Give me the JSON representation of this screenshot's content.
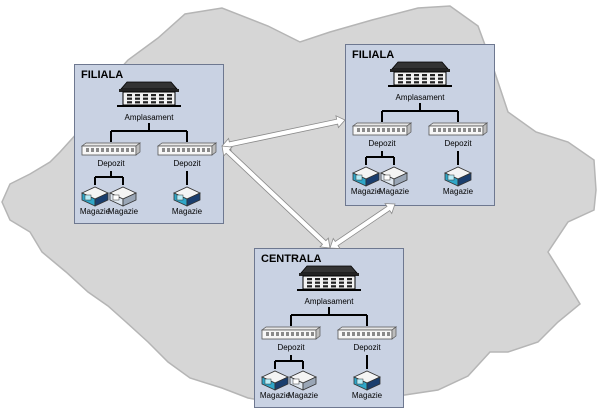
{
  "colors": {
    "map_fill": "#d6d6d6",
    "map_border": "#b5b5b5",
    "panel_fill": "#c9d2e3",
    "panel_border": "#6e7890",
    "arrow": "#ffffff"
  },
  "icons": [
    "building-icon",
    "rack-icon",
    "warehouse-icon"
  ],
  "offices": [
    {
      "title": "FILIALA",
      "location_label": "Amplasament",
      "deposits": [
        {
          "label": "Depozit",
          "magazines": [
            "Magazie",
            "Magazie"
          ]
        },
        {
          "label": "Depozit",
          "magazines": [
            "Magazie"
          ]
        }
      ]
    },
    {
      "title": "FILIALA",
      "location_label": "Amplasament",
      "deposits": [
        {
          "label": "Depozit",
          "magazines": [
            "Magazie",
            "Magazie"
          ]
        },
        {
          "label": "Depozit",
          "magazines": [
            "Magazie"
          ]
        }
      ]
    },
    {
      "title": "CENTRALA",
      "location_label": "Amplasament",
      "deposits": [
        {
          "label": "Depozit",
          "magazines": [
            "Magazie",
            "Magazie"
          ]
        },
        {
          "label": "Depozit",
          "magazines": [
            "Magazie"
          ]
        }
      ]
    }
  ]
}
